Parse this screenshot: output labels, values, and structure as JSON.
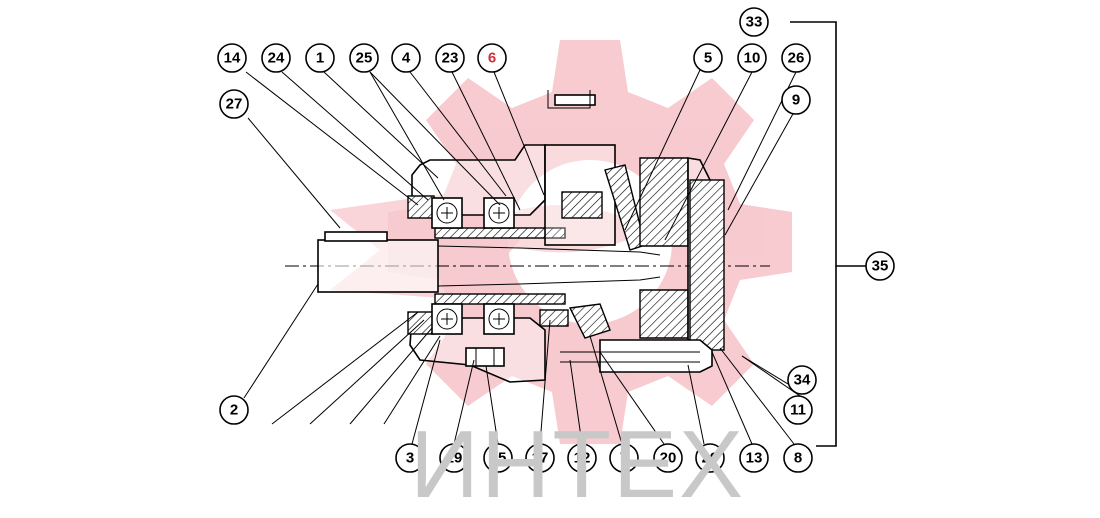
{
  "watermark": {
    "text": "ИНТЕХ",
    "gear_color": "#f0a0a8",
    "text_color": "#c8c8c8"
  },
  "callouts": {
    "c1": "1",
    "c2": "2",
    "c3": "3",
    "c4": "4",
    "c5": "5",
    "c6": "6",
    "c7": "7",
    "c8": "8",
    "c9": "9",
    "c10": "10",
    "c11": "11",
    "c12": "12",
    "c13": "13",
    "c14": "14",
    "c15": "15",
    "c17": "17",
    "c19": "19",
    "c20": "20",
    "c23": "23",
    "c24": "24",
    "c25": "25",
    "c26": "26",
    "c27": "27",
    "c29": "29",
    "c33": "33",
    "c34": "34",
    "c35": "35"
  },
  "colors": {
    "line": "#000000",
    "background": "#ffffff",
    "highlight_label": "#d0303a"
  }
}
